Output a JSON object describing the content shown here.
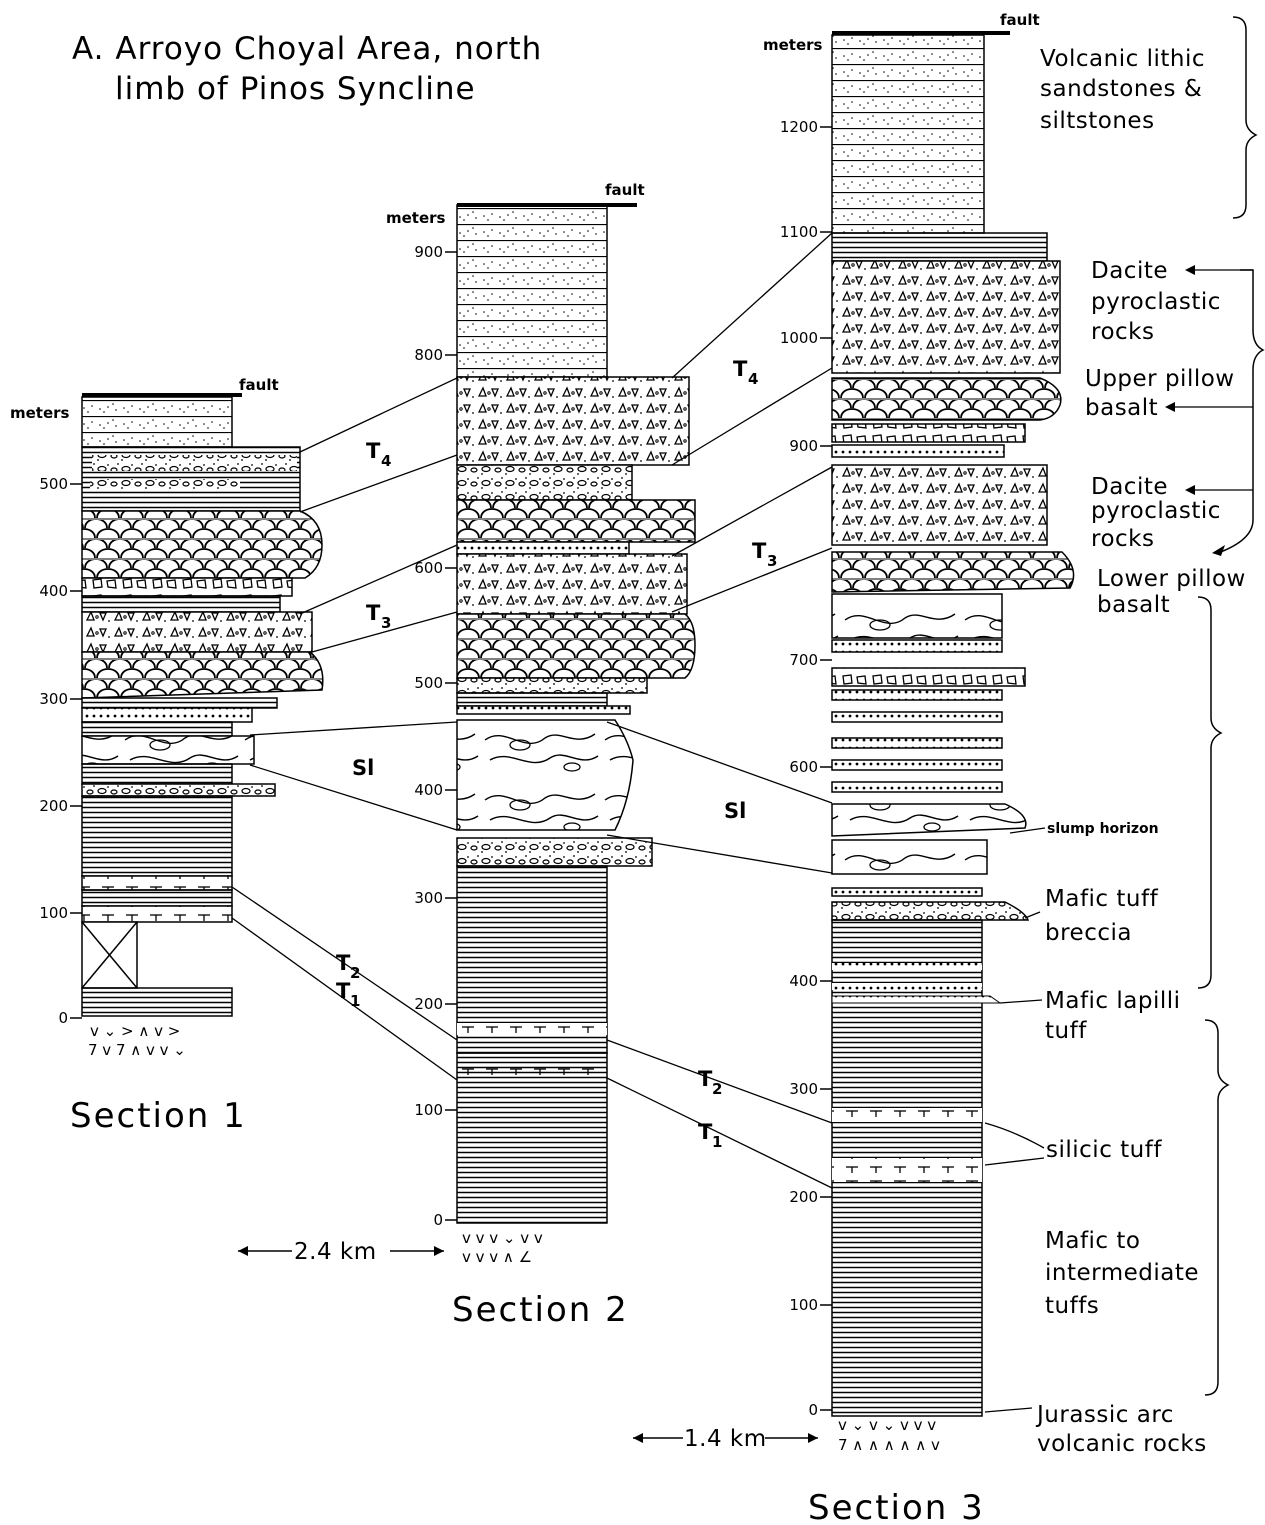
{
  "title_line1": "A. Arroyo Choyal Area, north",
  "title_line2": "limb of  Pinos Syncline",
  "fault_label": "fault",
  "axis_unit": "meters",
  "section1": {
    "name": "Section 1",
    "ticks": [
      "500",
      "400",
      "300",
      "200",
      "100",
      "0"
    ]
  },
  "section2": {
    "name": "Section 2",
    "ticks": [
      "900",
      "800",
      "600",
      "500",
      "400",
      "300",
      "200",
      "100",
      "0"
    ]
  },
  "section3": {
    "name": "Section 3",
    "ticks": [
      "1200",
      "1100",
      "1000",
      "900",
      "700",
      "600",
      "400",
      "300",
      "200",
      "100",
      "0"
    ]
  },
  "correlations": {
    "t4": "T",
    "t4_sub": "4",
    "t3": "T",
    "t3_sub": "3",
    "t2": "T",
    "t2_sub": "2",
    "t1": "T",
    "t1_sub": "1",
    "sl": "Sl"
  },
  "distances": {
    "d12": "2.4 km",
    "d23": "1.4 km"
  },
  "labels": {
    "volcanic_1": "Volcanic lithic",
    "volcanic_2": "sandstones &",
    "volcanic_3": "siltstones",
    "dacite_a_1": "Dacite",
    "dacite_a_2": "pyroclastic",
    "dacite_a_3": "rocks",
    "upper_pillow_1": "Upper pillow",
    "upper_pillow_2": "basalt",
    "dacite_b_1": "Dacite",
    "dacite_b_2": "pyroclastic",
    "dacite_b_3": "rocks",
    "lower_pillow_1": "Lower pillow",
    "lower_pillow_2": "basalt",
    "slump": "slump horizon",
    "mafic_breccia_1": "Mafic tuff",
    "mafic_breccia_2": "breccia",
    "mafic_lapilli_1": "Mafic lapilli",
    "mafic_lapilli_2": "tuff",
    "silicic": "silicic tuff",
    "mafic_inter_1": "Mafic to",
    "mafic_inter_2": "intermediate",
    "mafic_inter_3": "tuffs",
    "jurassic_1": "Jurassic arc",
    "jurassic_2": "volcanic rocks"
  }
}
